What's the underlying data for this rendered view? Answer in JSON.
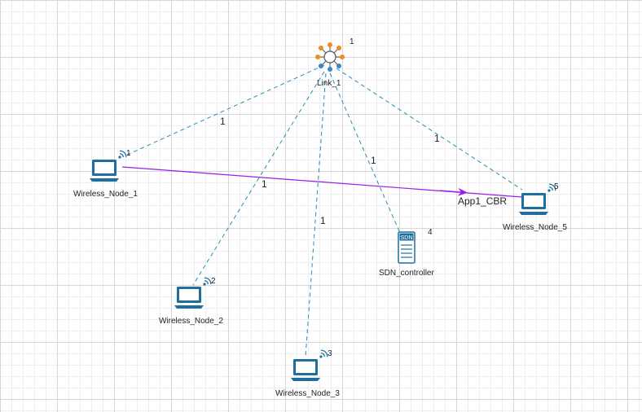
{
  "link": {
    "name": "Link_1",
    "id": "1"
  },
  "nodes": {
    "n1": {
      "name": "Wireless_Node_1",
      "id": "1"
    },
    "n2": {
      "name": "Wireless_Node_2",
      "id": "2"
    },
    "n3": {
      "name": "Wireless_Node_3",
      "id": "3"
    },
    "sdn": {
      "name": "SDN_controller",
      "id": "4",
      "badge": "SDN"
    },
    "n5": {
      "name": "Wireless_Node_5",
      "id": "5"
    }
  },
  "link_weights": {
    "to_n1": "1",
    "to_n2": "1",
    "to_n3": "1",
    "to_sdn": "1",
    "to_n5": "1"
  },
  "application": {
    "label": "App1_CBR",
    "color": "#9b1ce8"
  },
  "colors": {
    "device": "#1e6fa0",
    "link_line": "#2a8bb5",
    "hub_orange": "#f08c1e",
    "hub_blue": "#3a86c8"
  }
}
